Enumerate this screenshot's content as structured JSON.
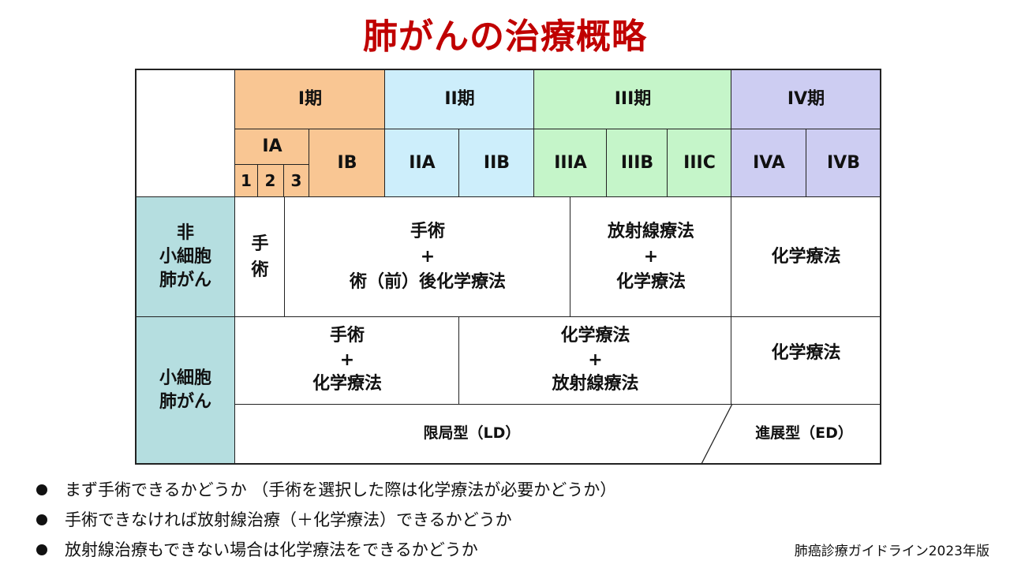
{
  "title": "肺がんの治療概略",
  "colors": {
    "title": "#c00000",
    "stage1": "#f9c693",
    "stage2": "#cdeefb",
    "stage3": "#c5f5c9",
    "stage4": "#cdcdf2",
    "row_header": "#b5dee0"
  },
  "table": {
    "stages": {
      "s1": "I期",
      "s2": "II期",
      "s3": "III期",
      "s4": "IV期"
    },
    "substages": {
      "ia": "IA",
      "ia1": "1",
      "ia2": "2",
      "ia3": "3",
      "ib": "IB",
      "iia": "IIA",
      "iib": "IIB",
      "iiia": "IIIA",
      "iiib": "IIIB",
      "iiic": "IIIC",
      "iva": "IVA",
      "ivb": "IVB"
    },
    "nsclc": {
      "header": "非\n小細胞\n肺がん",
      "surgery_only": "手\n術",
      "surgery_chemo": "手術\n+\n術（前）後化学療法",
      "radio_chemo": "放射線療法\n+\n化学療法",
      "chemo": "化学療法"
    },
    "sclc": {
      "header": "小細胞\n肺がん",
      "surgery_chemo": "手術\n+\n化学療法",
      "chemo_radio": "化学療法\n+\n放射線療法",
      "chemo": "化学療法",
      "limited": "限局型（LD）",
      "extensive": "進展型（ED）"
    }
  },
  "bullets": [
    "まず手術できるかどうか （手術を選択した際は化学療法が必要かどうか）",
    "手術できなければ放射線治療（＋化学療法）できるかどうか",
    "放射線治療もできない場合は化学療法をできるかどうか"
  ],
  "source": "肺癌診療ガイドライン2023年版"
}
